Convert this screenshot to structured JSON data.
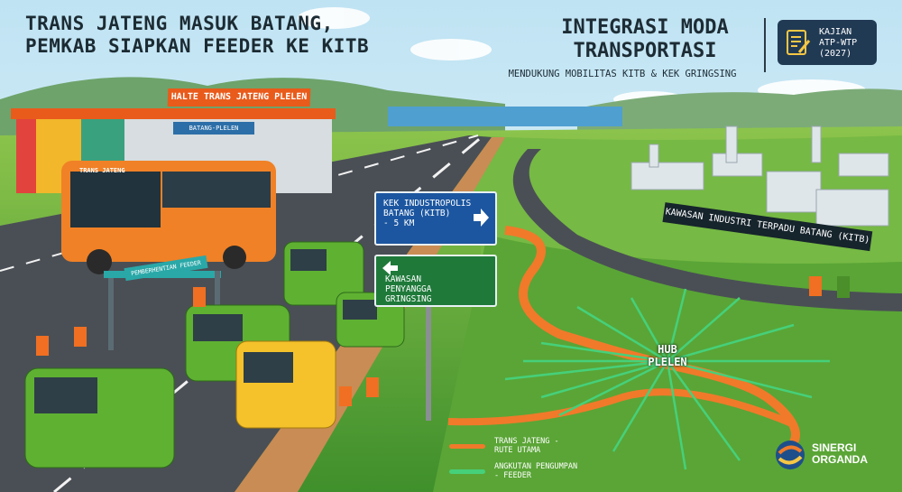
{
  "headline": {
    "line1": "TRANS JATENG MASUK BATANG,",
    "line2": "PEMKAB SIAPKAN FEEDER KE KITB"
  },
  "right_header": {
    "title_line1": "INTEGRASI MODA",
    "title_line2": "TRANSPORTASI",
    "subtitle": "MENDUKUNG MOBILITAS KITB & KEK GRINGSING"
  },
  "badge": {
    "icon": "document-pen-icon",
    "line1": "KAJIAN",
    "line2": "ATP-WTP",
    "line3": "(2027)"
  },
  "shelter": {
    "sign": "HALTE TRANS JATENG PLELEN",
    "sub": "BATANG-PLELEN"
  },
  "bus": {
    "brand": "TRANS JATENG"
  },
  "stop_board": "PEMBERHENTIAN FEEDER",
  "signs": {
    "sign1_line1": "KEK INDUSTROPOLIS",
    "sign1_line2": "BATANG (KITB)",
    "sign1_line3": "- 5 KM",
    "sign2_line1": "KAWASAN",
    "sign2_line2": "PENYANGGA",
    "sign2_line3": "GRINGSING"
  },
  "industrial_banner": "KAWASAN INDUSTRI TERPADU BATANG (KITB)",
  "hub": {
    "line1": "HUB",
    "line2": "PLELEN"
  },
  "legend": {
    "item1_line1": "TRANS JATENG -",
    "item1_line2": "RUTE UTAMA",
    "item2_line1": "ANGKUTAN PENGUMPAN",
    "item2_line2": "- FEEDER"
  },
  "footer_brand": {
    "line1": "SINERGI",
    "line2": "ORGANDA"
  },
  "colors": {
    "trans_jateng_route": "#f07a2a",
    "feeder_route": "#46d07a",
    "sign_blue": "#1c56a0",
    "sign_green": "#1f7a3a",
    "badge_bg": "#213a54"
  }
}
